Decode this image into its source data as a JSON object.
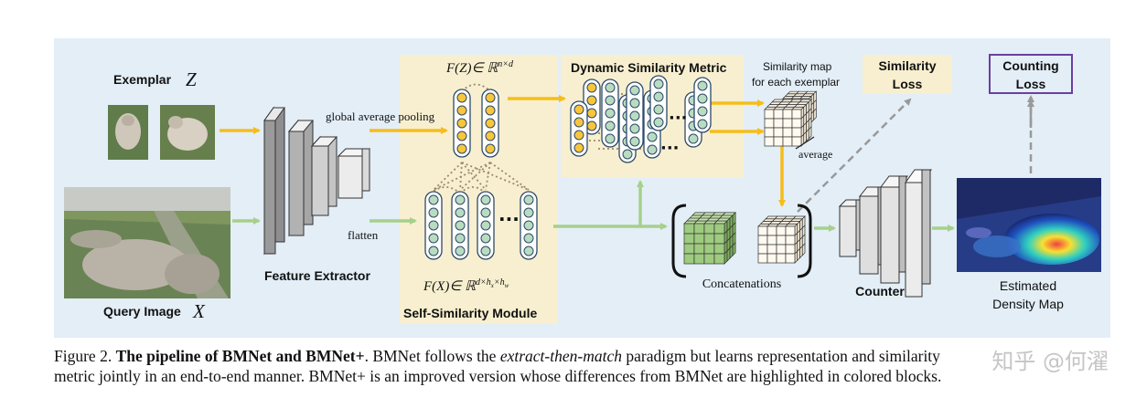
{
  "diagram": {
    "exemplar_label": "Exemplar",
    "exemplar_symbol": "Z",
    "query_label": "Query Image",
    "query_symbol": "X",
    "feature_extractor": "Feature Extractor",
    "global_avg_pooling": "global average pooling",
    "flatten": "flatten",
    "fz": "F(Z)∈ ℝ",
    "fz_sup": "n×d",
    "fx": "F(X)∈ ℝ",
    "fx_sup": "d×h",
    "fx_sub1": "x",
    "fx_mid": "×h",
    "fx_sub2": "w",
    "self_similarity": "Self-Similarity Module",
    "dynamic_metric": "Dynamic Similarity Metric",
    "sim_map_line1": "Similarity map",
    "sim_map_line2": "for each exemplar",
    "average": "average",
    "similarity_loss_1": "Similarity",
    "similarity_loss_2": "Loss",
    "counting_loss_1": "Counting",
    "counting_loss_2": "Loss",
    "concatenations": "Concatenations",
    "counter": "Counter",
    "density_1": "Estimated",
    "density_2": "Density Map",
    "dots": "···"
  },
  "caption": {
    "line1_a": "Figure 2. ",
    "line1_bold": "The pipeline of BMNet and BMNet+",
    "line1_b": ". BMNet follows the ",
    "line1_italic": "extract-then-match",
    "line1_c": " paradigm but learns representation and similarity",
    "line2": "metric jointly in an end-to-end manner. BMNet+ is an improved version whose differences from BMNet are highlighted in colored blocks."
  },
  "watermark": "知乎 @何濯",
  "colors": {
    "panel_bg": "#e3eef7",
    "module_bg": "#f7efcf",
    "yellow_arrow": "#f6bd1a",
    "green_arrow": "#a6d08b",
    "loss_box_purple": "#6b3fa0",
    "dot_yellow": "#f8c63a",
    "dot_green": "#b9dcc0"
  }
}
